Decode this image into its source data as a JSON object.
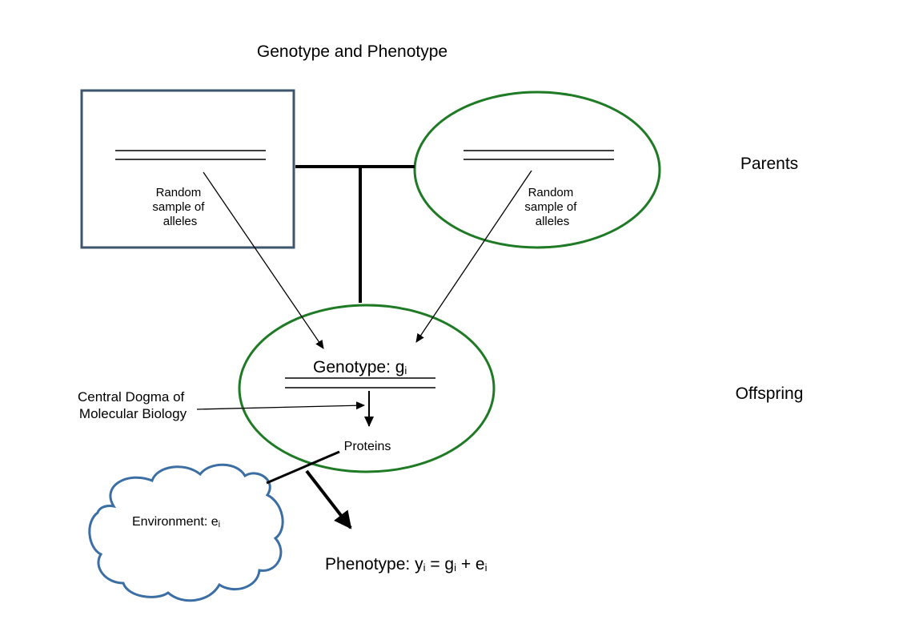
{
  "title": "Genotype and Phenotype",
  "generation_labels": {
    "parents": "Parents",
    "offspring": "Offspring"
  },
  "parent_left": {
    "shape": "square",
    "caption": [
      "Random",
      "sample of",
      "alleles"
    ]
  },
  "parent_right": {
    "shape": "circle",
    "caption": [
      "Random",
      "sample of",
      "alleles"
    ]
  },
  "offspring": {
    "genotype_label": "Genotype: g",
    "genotype_subscript": "i",
    "proteins_label": "Proteins"
  },
  "central_dogma": [
    "Central Dogma of",
    "Molecular Biology"
  ],
  "environment": {
    "label": "Environment: e",
    "subscript": "i"
  },
  "phenotype": {
    "y": "Phenotype: y",
    "y_sub": "i",
    "eq": " = g",
    "g_sub": "i",
    "plus": " + e",
    "e_sub": "i"
  },
  "colors": {
    "square_border": "#3d566e",
    "circle_border": "#1e7a24",
    "cloud_border": "#3a6ea5",
    "line": "#000000"
  }
}
